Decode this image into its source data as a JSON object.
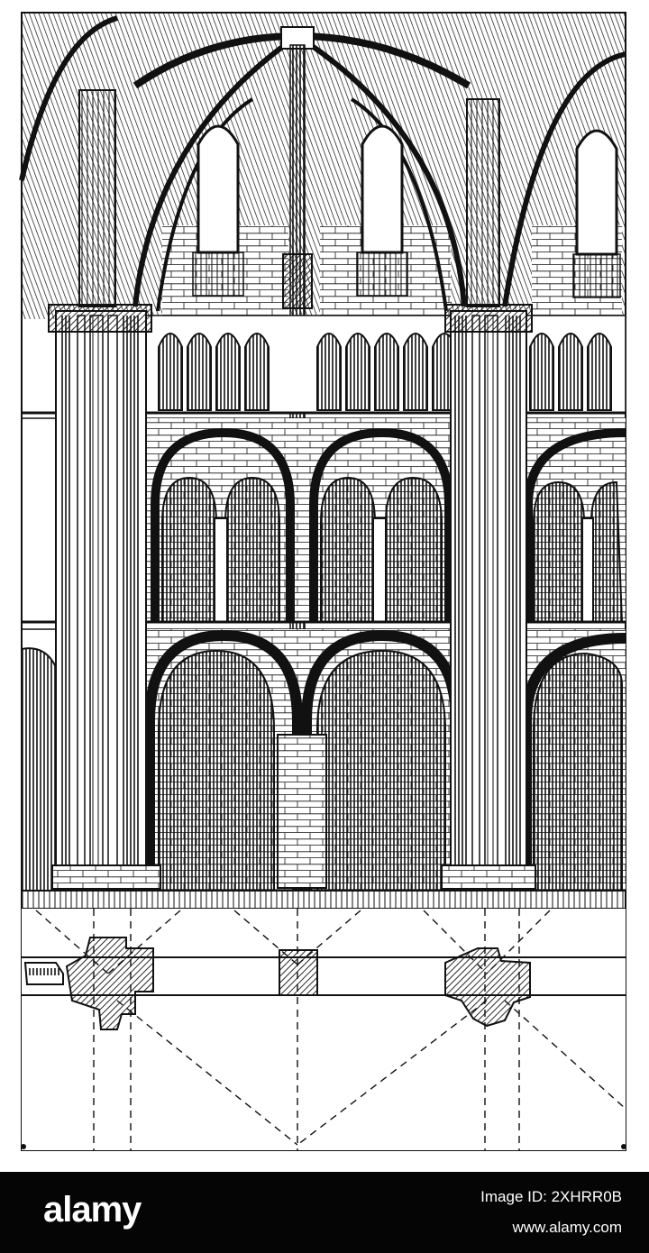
{
  "artwork": {
    "subject": "gothic-cathedral-nave-bay-engraving",
    "ink_color": "#111111",
    "paper_color": "#ffffff"
  },
  "watermark": {
    "logo_text": "alamy",
    "image_id": "Image ID: 2XHRR0B",
    "url": "www.alamy.com",
    "bar_color": "#050505"
  }
}
